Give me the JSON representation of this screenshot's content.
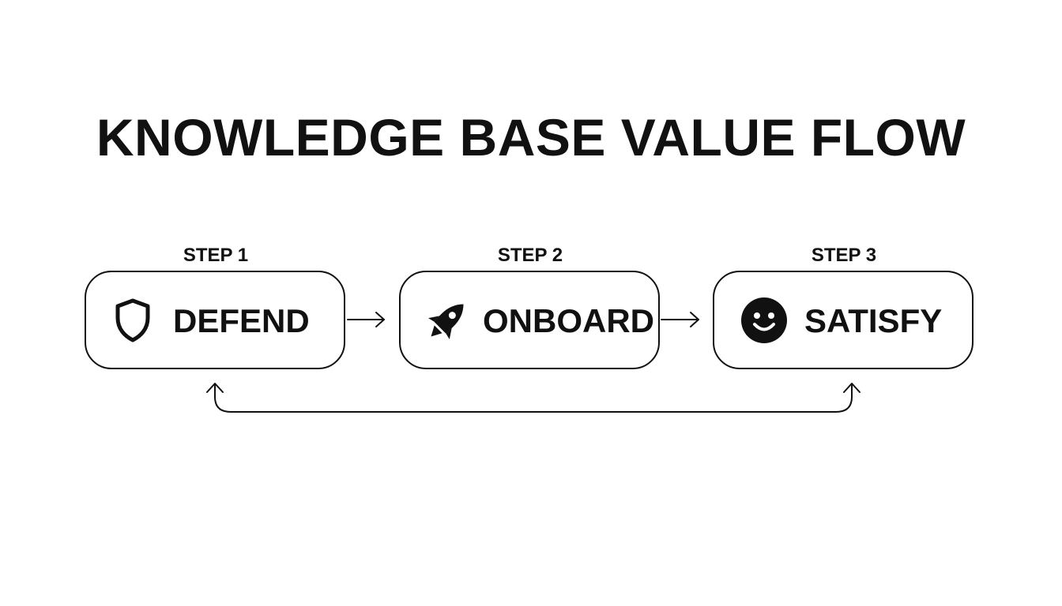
{
  "title": "KNOWLEDGE BASE VALUE FLOW",
  "steps": [
    {
      "step_label": "STEP 1",
      "name": "DEFEND",
      "icon": "shield-icon"
    },
    {
      "step_label": "STEP 2",
      "name": "ONBOARD",
      "icon": "rocket-icon"
    },
    {
      "step_label": "STEP 3",
      "name": "SATISFY",
      "icon": "smiley-icon"
    }
  ],
  "connections": [
    {
      "from": "DEFEND",
      "to": "ONBOARD"
    },
    {
      "from": "ONBOARD",
      "to": "SATISFY"
    },
    {
      "from": "SATISFY",
      "to": "DEFEND",
      "bidirectional": true
    }
  ],
  "colors": {
    "stroke": "#111111",
    "background": "#ffffff"
  }
}
